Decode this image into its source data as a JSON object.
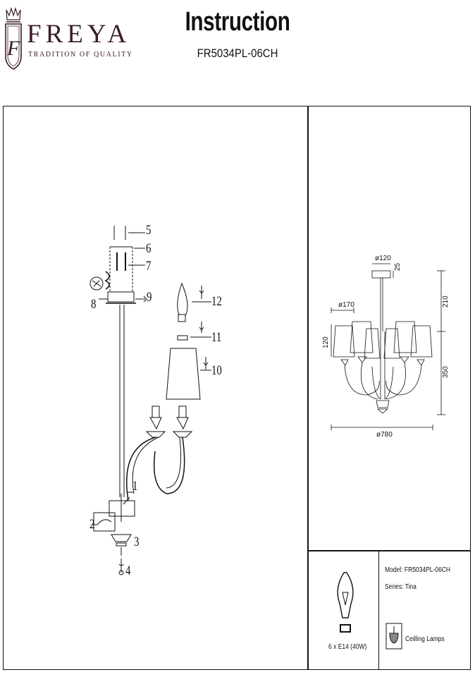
{
  "header": {
    "brand_name": "FREYA",
    "brand_tagline": "TRADITION OF QUALITY",
    "title": "Instruction",
    "subtitle": "FR5034PL-06CH"
  },
  "assembly_parts": [
    "1",
    "2",
    "3",
    "4",
    "5",
    "6",
    "7",
    "8",
    "9",
    "10",
    "11",
    "12"
  ],
  "dimensions": {
    "canopy_diameter": "ø120",
    "canopy_height": "25",
    "rod_height": "210",
    "shade_diameter": "ø170",
    "shade_height": "120",
    "body_height": "350",
    "overall_diameter": "ø780"
  },
  "spec": {
    "model": "Model: FR5034PL-06CH",
    "series": "Series: Tina",
    "bulb": "6 x E14 (40W)",
    "category": "Ceilling Lamps"
  }
}
